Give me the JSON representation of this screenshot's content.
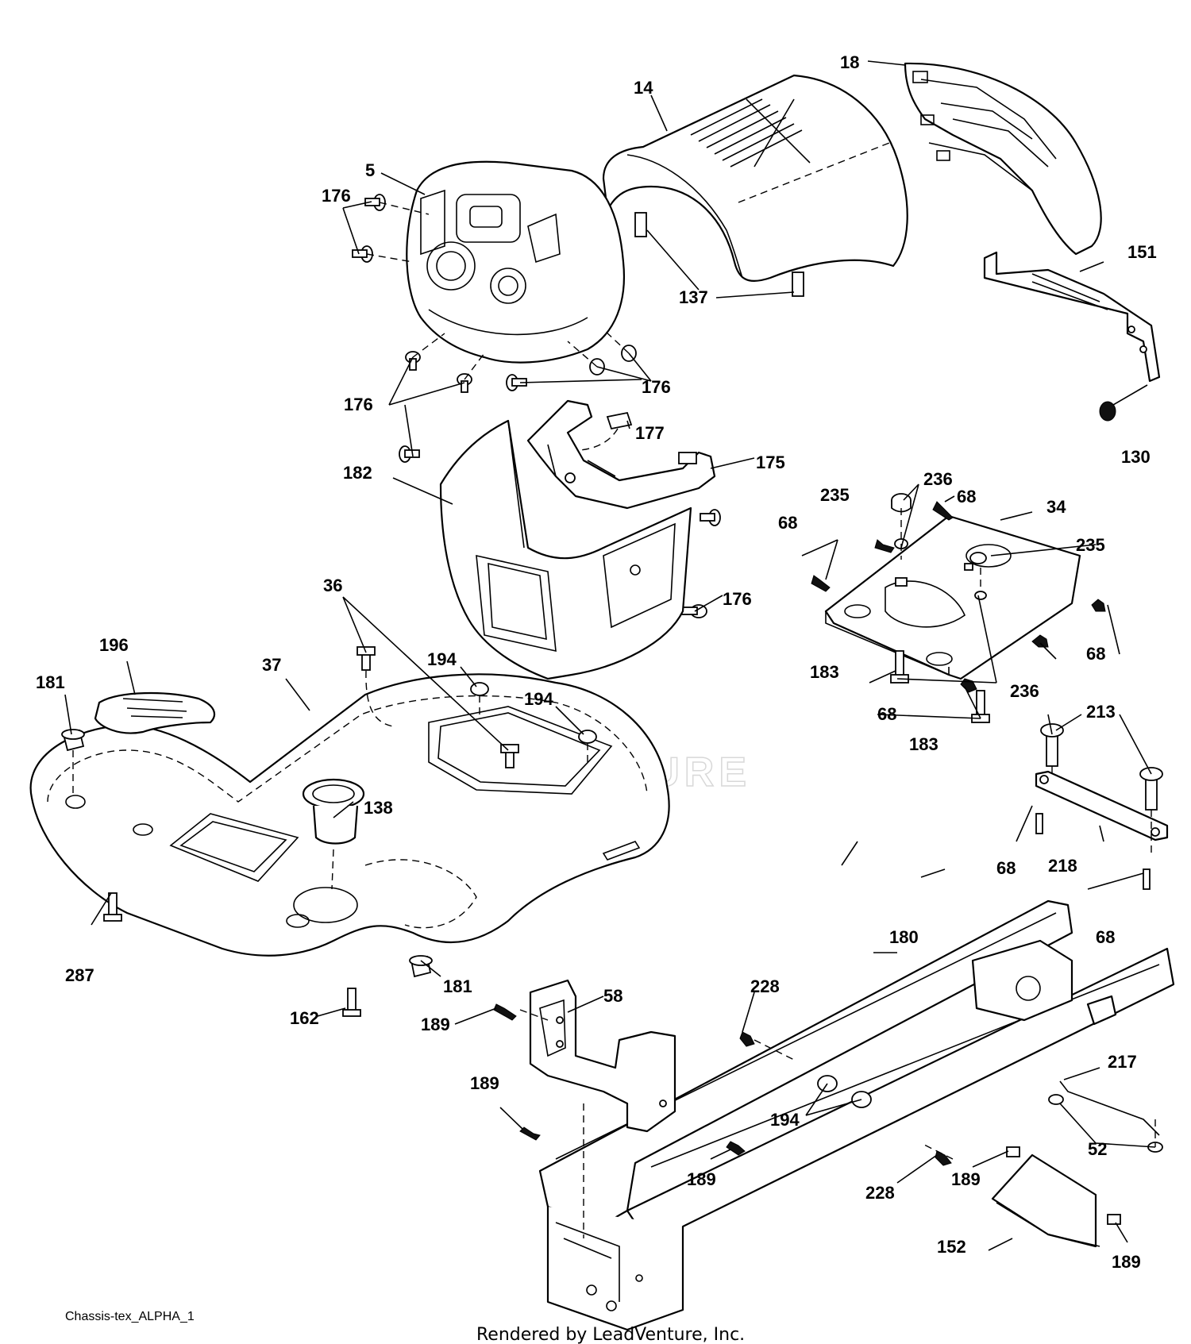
{
  "diagram": {
    "drawing_ref": "Chassis-tex_ALPHA_1",
    "credit": "Rendered by LeadVenture, Inc.",
    "watermark": "LEADVENTURE",
    "callouts": [
      {
        "id": "c-18",
        "label": "18"
      },
      {
        "id": "c-14",
        "label": "14"
      },
      {
        "id": "c-5",
        "label": "5"
      },
      {
        "id": "c-176a",
        "label": "176"
      },
      {
        "id": "c-151",
        "label": "151"
      },
      {
        "id": "c-137",
        "label": "137"
      },
      {
        "id": "c-176b",
        "label": "176"
      },
      {
        "id": "c-176c",
        "label": "176"
      },
      {
        "id": "c-177",
        "label": "177"
      },
      {
        "id": "c-130",
        "label": "130"
      },
      {
        "id": "c-175",
        "label": "175"
      },
      {
        "id": "c-182",
        "label": "182"
      },
      {
        "id": "c-236a",
        "label": "236"
      },
      {
        "id": "c-235a",
        "label": "235"
      },
      {
        "id": "c-68a",
        "label": "68"
      },
      {
        "id": "c-34",
        "label": "34"
      },
      {
        "id": "c-68b",
        "label": "68"
      },
      {
        "id": "c-235b",
        "label": "235"
      },
      {
        "id": "c-36",
        "label": "36"
      },
      {
        "id": "c-176d",
        "label": "176"
      },
      {
        "id": "c-196",
        "label": "196"
      },
      {
        "id": "c-37",
        "label": "37"
      },
      {
        "id": "c-68c",
        "label": "68"
      },
      {
        "id": "c-194a",
        "label": "194"
      },
      {
        "id": "c-181a",
        "label": "181"
      },
      {
        "id": "c-183a",
        "label": "183"
      },
      {
        "id": "c-236b",
        "label": "236"
      },
      {
        "id": "c-194b",
        "label": "194"
      },
      {
        "id": "c-68d",
        "label": "68"
      },
      {
        "id": "c-213",
        "label": "213"
      },
      {
        "id": "c-183b",
        "label": "183"
      },
      {
        "id": "c-138",
        "label": "138"
      },
      {
        "id": "c-68e",
        "label": "68"
      },
      {
        "id": "c-218",
        "label": "218"
      },
      {
        "id": "c-68f",
        "label": "68"
      },
      {
        "id": "c-180",
        "label": "180"
      },
      {
        "id": "c-287",
        "label": "287"
      },
      {
        "id": "c-228a",
        "label": "228"
      },
      {
        "id": "c-181b",
        "label": "181"
      },
      {
        "id": "c-58",
        "label": "58"
      },
      {
        "id": "c-162",
        "label": "162"
      },
      {
        "id": "c-189a",
        "label": "189"
      },
      {
        "id": "c-217",
        "label": "217"
      },
      {
        "id": "c-189b",
        "label": "189"
      },
      {
        "id": "c-194c",
        "label": "194"
      },
      {
        "id": "c-52",
        "label": "52"
      },
      {
        "id": "c-189c",
        "label": "189"
      },
      {
        "id": "c-228b",
        "label": "228"
      },
      {
        "id": "c-189d",
        "label": "189"
      },
      {
        "id": "c-152",
        "label": "152"
      },
      {
        "id": "c-189e",
        "label": "189"
      }
    ]
  }
}
